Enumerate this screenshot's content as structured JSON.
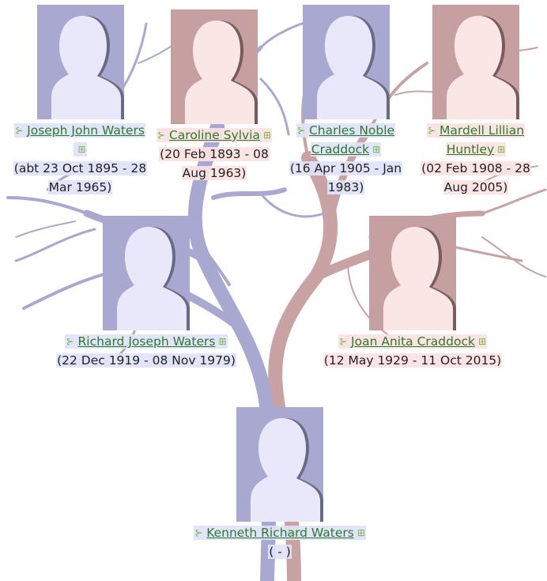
{
  "colors": {
    "male_photo_bg": "#a8a8d0",
    "male_silhouette": "#e8e8fa",
    "female_photo_bg": "#c6a0a0",
    "female_silhouette": "#fbe6e6",
    "link_green": "#2d7a2d",
    "icon_green": "#7ab648",
    "branch_blue": "#a8a8d0",
    "branch_brown": "#b98a8a"
  },
  "people": {
    "joseph": {
      "name": "Joseph John Waters",
      "dates": "(abt 23 Oct 1895 - 28 Mar 1965)",
      "gender": "male"
    },
    "caroline": {
      "name": "Caroline Sylvia",
      "dates": "(20 Feb 1893 - 08 Aug 1963)",
      "gender": "female"
    },
    "charles": {
      "name": "Charles Noble Craddock",
      "dates": "(16 Apr 1905 - Jan 1983)",
      "gender": "male"
    },
    "mardell": {
      "name": "Mardell Lillian Huntley",
      "dates": "(02 Feb 1908 - 28 Aug 2005)",
      "gender": "female"
    },
    "richard": {
      "name": "Richard Joseph Waters",
      "dates": "(22 Dec 1919 - 08 Nov 1979)",
      "gender": "male"
    },
    "joan": {
      "name": "Joan Anita Craddock",
      "dates": "(12 May 1929 - 11 Oct 2015)",
      "gender": "female"
    },
    "kenneth": {
      "name": "Kenneth Richard Waters",
      "dates": "( - )",
      "gender": "male"
    }
  },
  "icons": {
    "person_link": "person-link-icon",
    "family_tree": "family-tree-icon",
    "silhouette": "male-silhouette-icon",
    "tree_background": "tree-branches"
  }
}
